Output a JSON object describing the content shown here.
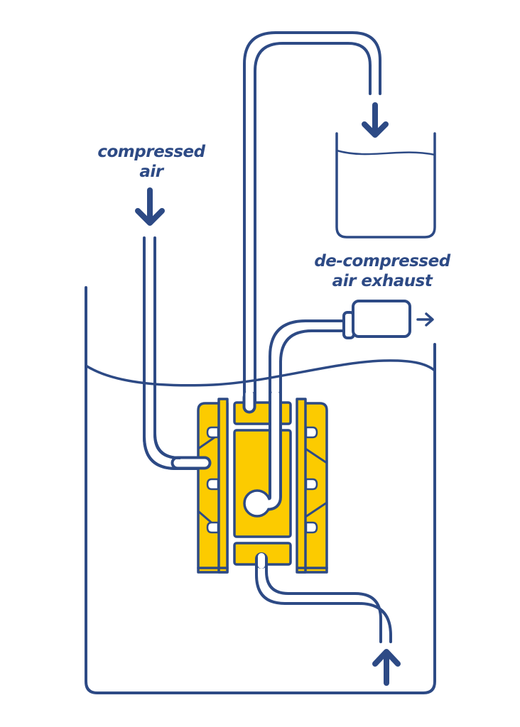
{
  "title": "Air-operated diaphragm pump diagram",
  "colors": {
    "outline": "#2d4a85",
    "pump_body": "#fccb00",
    "background": "#ffffff"
  },
  "labels": {
    "compressed_air_line1": "compressed",
    "compressed_air_line2": "air",
    "exhaust_line1": "de-compressed",
    "exhaust_line2": "air exhaust"
  },
  "flows": [
    {
      "name": "compressed-air-in",
      "direction": "down"
    },
    {
      "name": "discharge-to-tank",
      "direction": "down"
    },
    {
      "name": "exhaust-out",
      "direction": "right"
    },
    {
      "name": "suction-in",
      "direction": "up"
    }
  ]
}
